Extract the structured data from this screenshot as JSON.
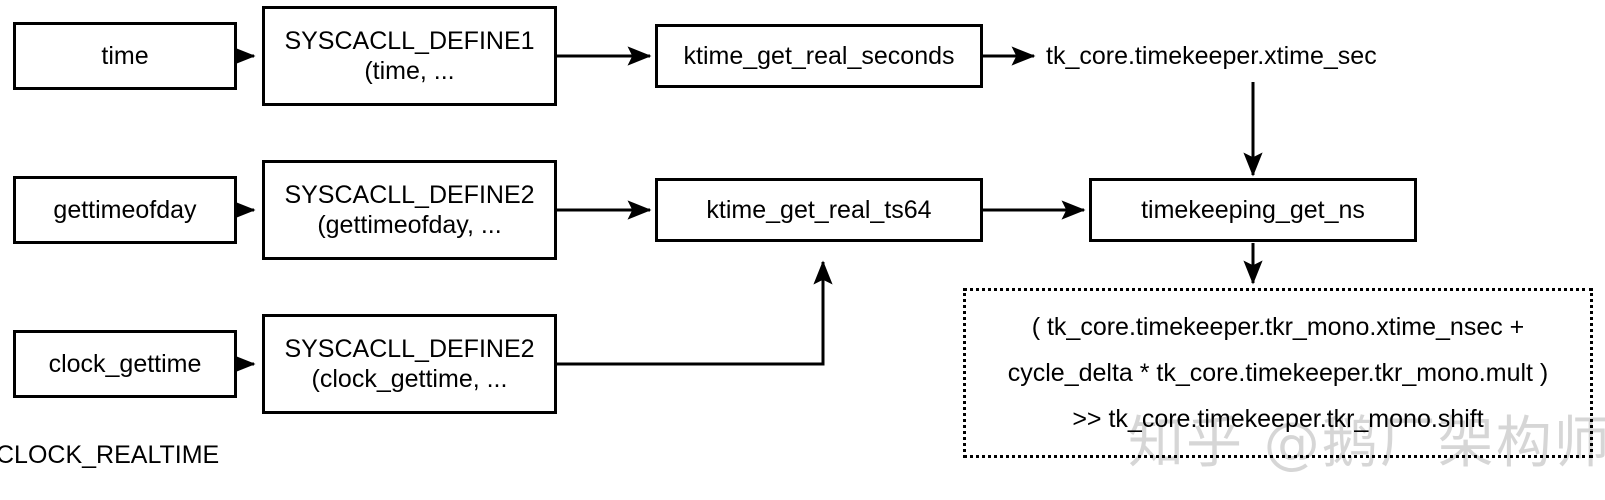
{
  "diagram": {
    "title_label": "CLOCK_REALTIME",
    "watermark": "知乎 @鹅厂架构师",
    "nodes": {
      "time": {
        "label": "time"
      },
      "syscall_define1_time": {
        "line1": "SYSCACLL_DEFINE1",
        "line2": "(time, ..."
      },
      "ktime_get_real_seconds": {
        "label": "ktime_get_real_seconds"
      },
      "xtime_sec": {
        "label": "tk_core.timekeeper.xtime_sec"
      },
      "gettimeofday": {
        "label": "gettimeofday"
      },
      "syscall_define2_gettimeofday": {
        "line1": "SYSCACLL_DEFINE2",
        "line2": "(gettimeofday, ..."
      },
      "ktime_get_real_ts64": {
        "label": "ktime_get_real_ts64"
      },
      "timekeeping_get_ns": {
        "label": "timekeeping_get_ns"
      },
      "clock_gettime": {
        "label": "clock_gettime"
      },
      "syscall_define2_clock_gettime": {
        "line1": "SYSCACLL_DEFINE2",
        "line2": "(clock_gettime, ..."
      },
      "formula": {
        "line1": "( tk_core.timekeeper.tkr_mono.xtime_nsec +",
        "line2": "cycle_delta * tk_core.timekeeper.tkr_mono.mult )",
        "line3": ">> tk_core.timekeeper.tkr_mono.shift"
      }
    },
    "colors": {
      "stroke": "#000000",
      "background": "#ffffff",
      "text": "#000000"
    }
  }
}
